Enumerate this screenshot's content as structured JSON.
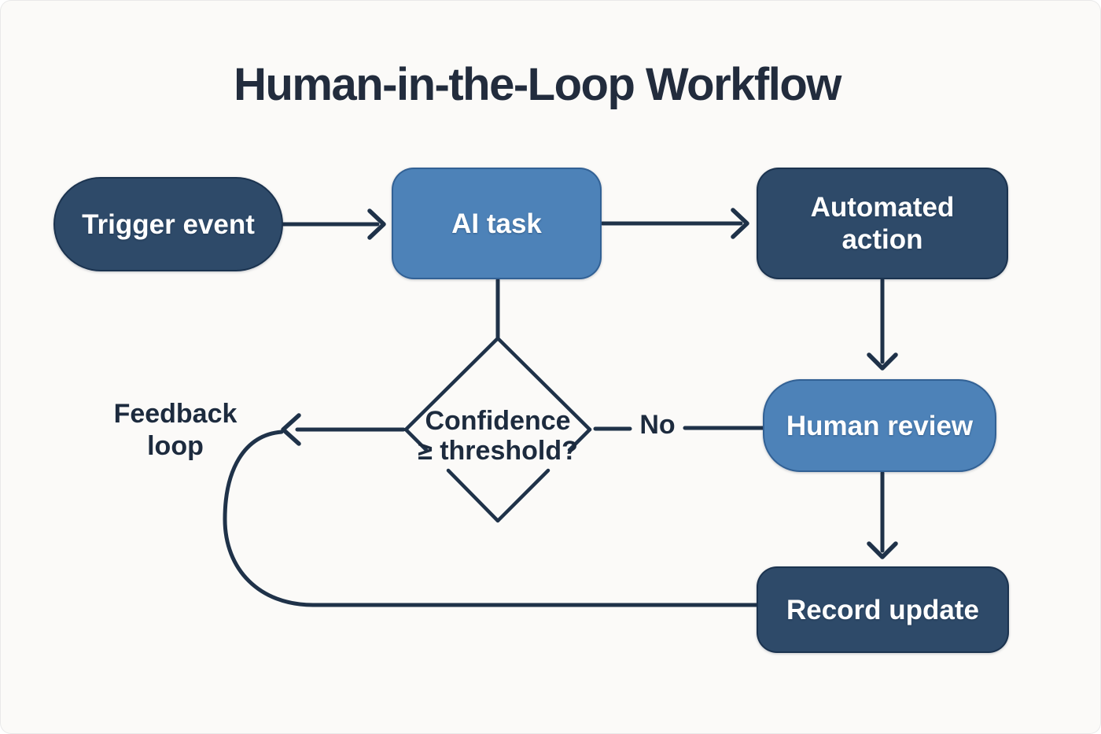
{
  "title": "Human-in-the-Loop Workflow",
  "nodes": {
    "trigger_event": {
      "label": "Trigger event",
      "shape": "pill",
      "fill": "dark"
    },
    "ai_task": {
      "label": "AI task",
      "shape": "rounded-rect",
      "fill": "blue"
    },
    "automated_action": {
      "label": "Automated action",
      "shape": "rounded-rect",
      "fill": "dark"
    },
    "decision": {
      "line1": "Confidence",
      "line2": "≥ threshold?",
      "shape": "diamond",
      "fill": "none"
    },
    "human_review": {
      "label": "Human review",
      "shape": "rounded-rect",
      "fill": "blue"
    },
    "record_update": {
      "label": "Record update",
      "shape": "rounded-rect",
      "fill": "dark"
    }
  },
  "edge_labels": {
    "no": "No",
    "feedback_loop": "Feedback loop"
  },
  "colors": {
    "bg": "#fbfaf8",
    "dark": "#2e4a69",
    "blue": "#4d82b8",
    "line": "#1f3249",
    "ink": "#1d2b3e",
    "box-text": "#ffffff"
  }
}
